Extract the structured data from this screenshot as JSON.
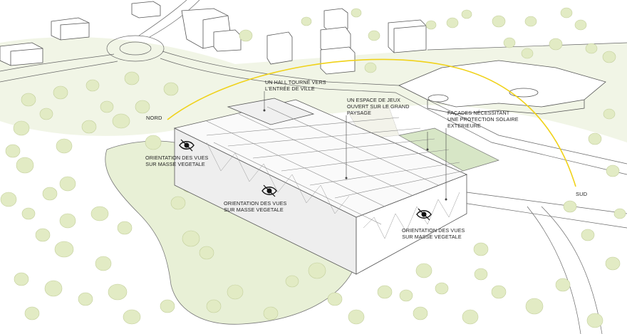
{
  "labels": {
    "north": "NORD",
    "south": "SUD",
    "hall": [
      "UN HALL TOURNÉ VERS",
      "L'ENTRÉE DE VILLE"
    ],
    "games": [
      "UN ESPACE DE JEUX",
      "OUVERT SUR LE GRAND",
      "PAYSAGE"
    ],
    "facades": [
      "FAÇADES NÉCESSITANT",
      "UNE PROTECTION SOLAIRE",
      "EXTERIEURE"
    ],
    "views_left": [
      "ORIENTATION DES VUES",
      "SUR MASSE VEGETALE"
    ],
    "views_center": [
      "ORIENTATION DES VUES",
      "SUR MASSE VEGETALE"
    ],
    "views_right": [
      "ORIENTATION DES VUES",
      "SUR MASSE VEGETALE"
    ]
  },
  "icons": {
    "eye": "eye-icon",
    "tree": "tree-icon",
    "building": "building-icon"
  },
  "colors": {
    "sun_path": "#f0d21a",
    "vegetation": "#e3ecc8",
    "vegetation_stroke": "#b9c98c",
    "green_area": "#eaf1d9",
    "sports_field": "#d5e5c3",
    "line": "#555555"
  }
}
